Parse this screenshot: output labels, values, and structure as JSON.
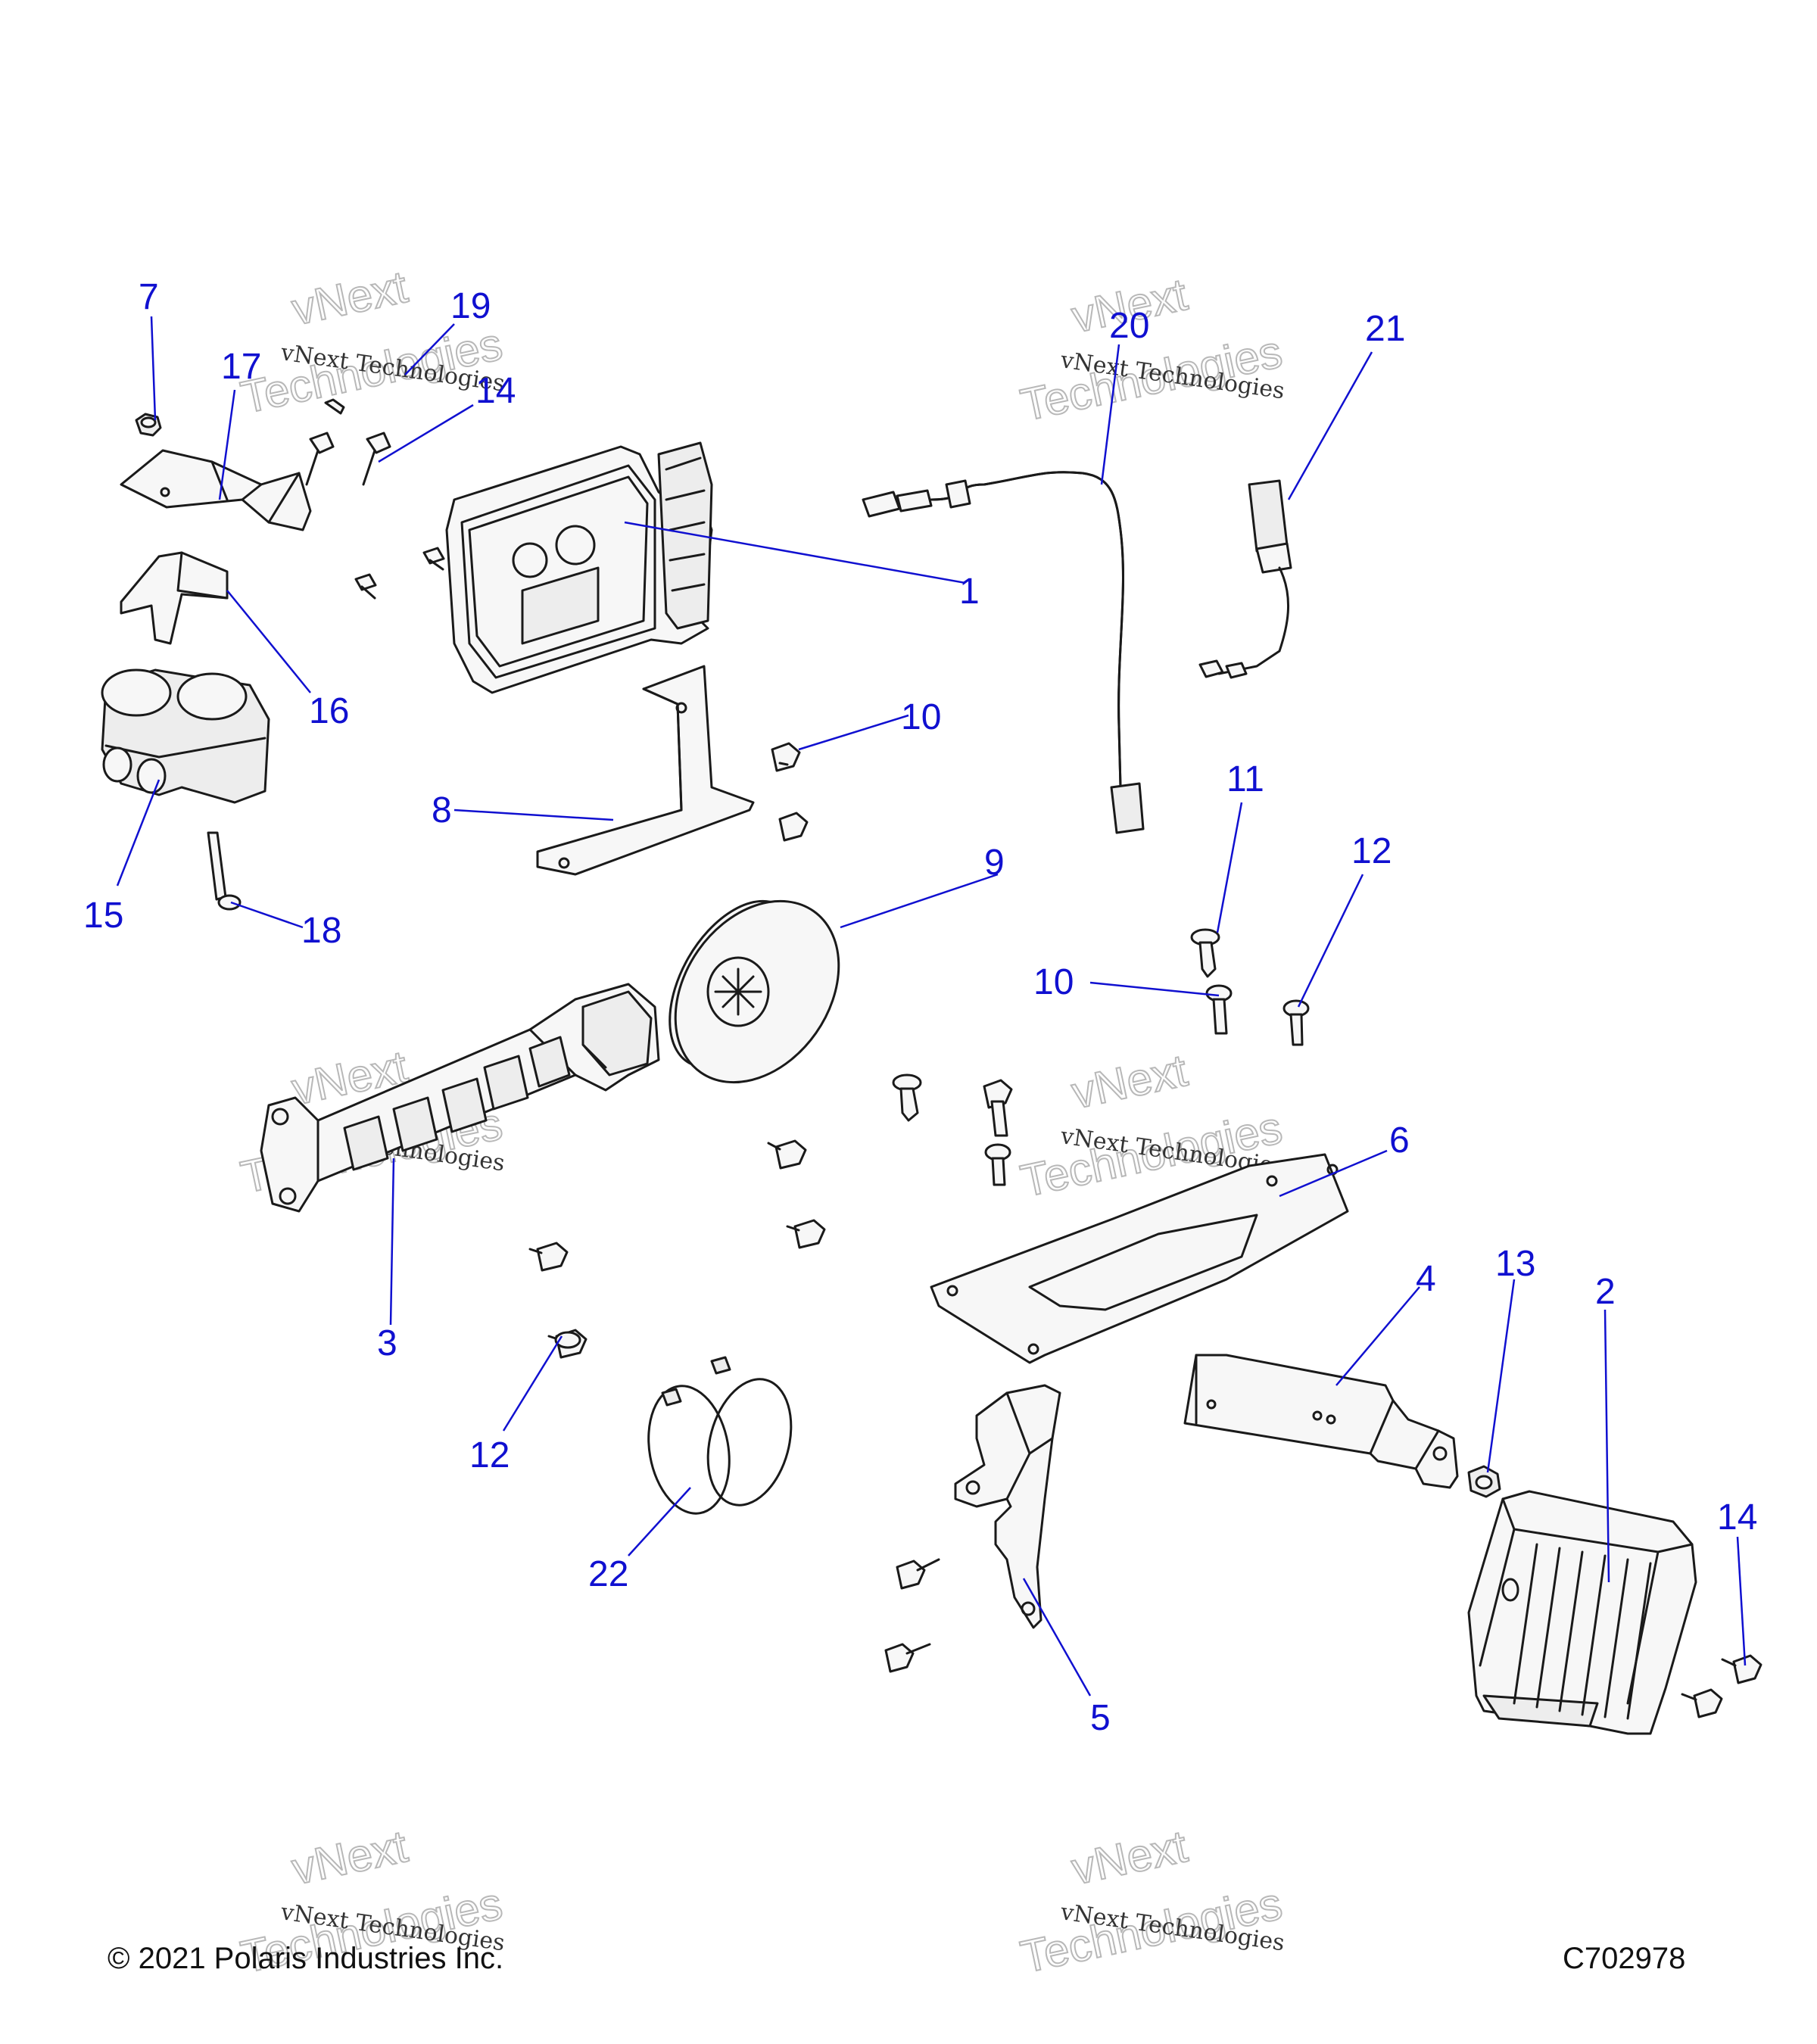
{
  "callouts": [
    "1",
    "2",
    "3",
    "4",
    "5",
    "6",
    "7",
    "8",
    "9",
    "10",
    "10",
    "11",
    "12",
    "12",
    "13",
    "14",
    "14",
    "15",
    "16",
    "17",
    "18",
    "19",
    "20",
    "21",
    "22"
  ],
  "watermark": {
    "line1": "vNext Technologies",
    "line2": "vNext",
    "line3": "Technologies"
  },
  "footer": {
    "copyright": "© 2021 Polaris Industries Inc.",
    "drawing_code": "C702978"
  },
  "colors": {
    "callout": "#1010d0",
    "line_art": "#1a1a1a"
  }
}
